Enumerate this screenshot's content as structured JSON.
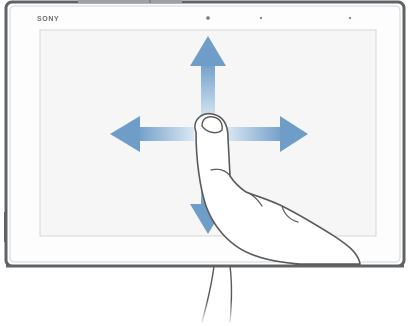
{
  "device": {
    "brand": "SONY",
    "model_type": "tablet",
    "orientation": "landscape"
  },
  "gesture": {
    "name": "swipe",
    "directions": [
      "up",
      "down",
      "left",
      "right"
    ]
  },
  "colors": {
    "device_frame": "#5f6366",
    "device_frame_inner": "#c4c8cb",
    "screen": "#f6f6f6",
    "screen_border": "#d6d6d6",
    "arrow": "#6e9dc8",
    "arrow_highlight": "#dbe8f3",
    "finger_outline": "#5a5a5a",
    "finger_fill": "#ffffff"
  },
  "icons": {
    "up_arrow": "arrow-up-icon",
    "down_arrow": "arrow-down-icon",
    "left_arrow": "arrow-left-icon",
    "right_arrow": "arrow-right-icon",
    "hand": "pointing-hand-icon"
  }
}
